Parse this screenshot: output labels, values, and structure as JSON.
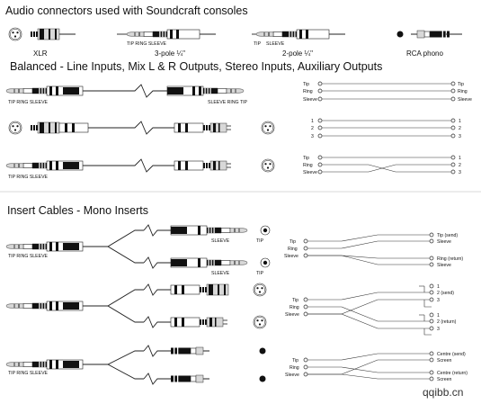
{
  "headings": {
    "audio": "Audio connectors used with Soundcraft consoles",
    "balanced": "Balanced - Line Inputs, Mix L & R Outputs, Stereo Inputs, Auxiliary Outputs",
    "insert": "Insert Cables - Mono Inserts"
  },
  "connectors": {
    "xlr": "XLR",
    "three_pole": "3-pole ¼\"",
    "two_pole": "2-pole ¼\"",
    "rca": "RCA phono"
  },
  "plug_labels": {
    "tip": "TIP",
    "ring": "RING",
    "sleeve": "SLEEVE",
    "trs_caps": "TIP RING SLEEVE",
    "srt_caps": "SLEEVE RING TIP"
  },
  "wiring": {
    "tip": "Tip",
    "ring": "Ring",
    "sleeve": "Sleeve",
    "screen": "Screen",
    "pin1": "1",
    "pin2": "2",
    "pin3": "3",
    "tip_send": "Tip (send)",
    "ring_return": "Ring (return)",
    "pin2_send": "2 (send)",
    "pin2_return": "2 (return)",
    "centre_send": "Centre (send)",
    "centre_return": "Centre (return)"
  },
  "watermark": "qqibb.cn",
  "colors": {
    "ink": "#111111",
    "paper": "#ffffff"
  }
}
